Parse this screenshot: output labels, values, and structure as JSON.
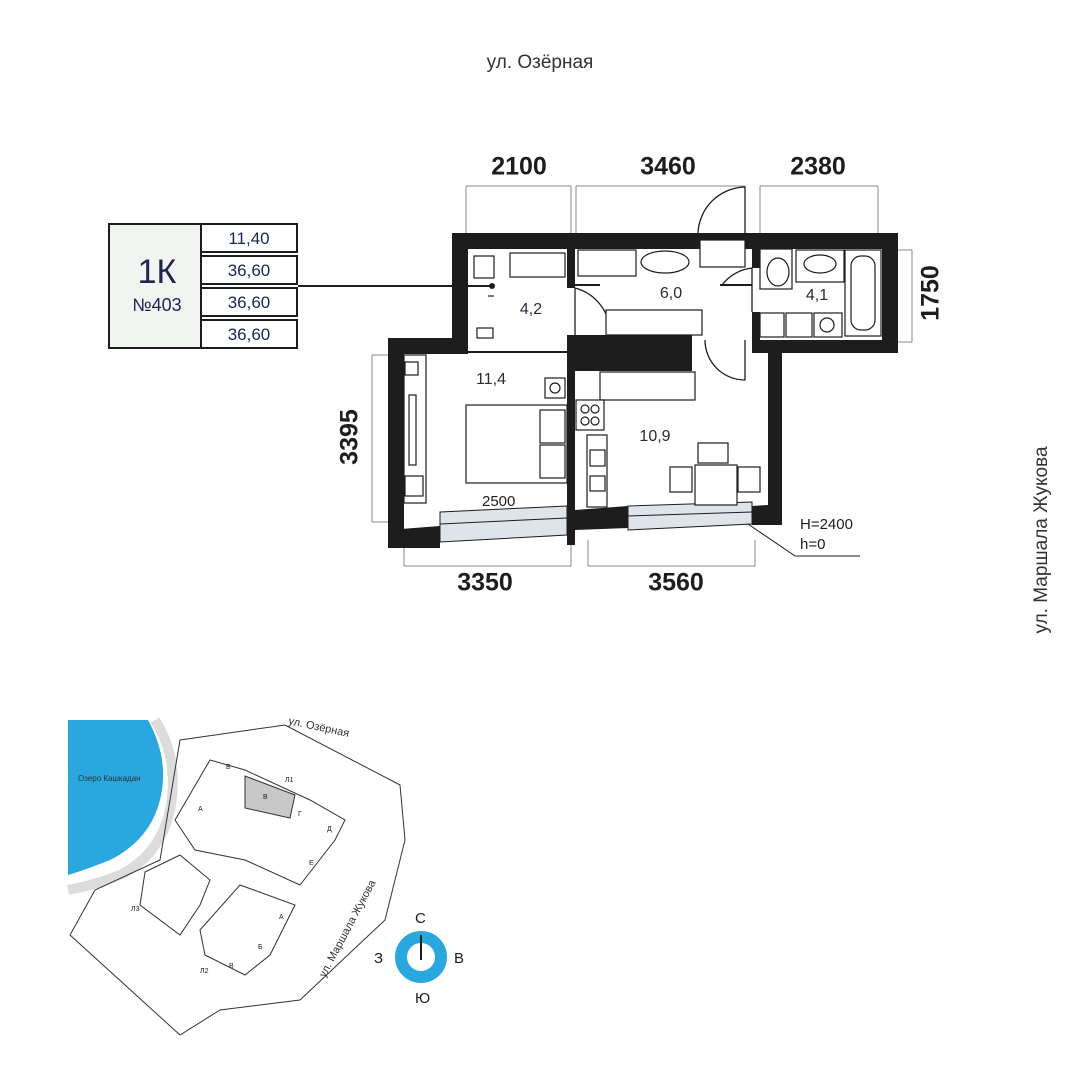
{
  "streets": {
    "top": "ул. Озёрная",
    "right": "ул. Маршала Жукова"
  },
  "apartment": {
    "type": "1К",
    "number": "№403",
    "areas": [
      "11,40",
      "36,60",
      "36,60",
      "36,60"
    ]
  },
  "dimensions": {
    "top": [
      "2100",
      "3460",
      "2380"
    ],
    "right": "1750",
    "left": "3395",
    "bottom": [
      "3350",
      "3560"
    ],
    "inner": "2500"
  },
  "rooms": {
    "hall": "4,2",
    "corridor": "6,0",
    "bath": "4,1",
    "bedroom": "11,4",
    "kitchen": "10,9"
  },
  "heights": {
    "ceiling": "H=2400",
    "floor": "h=0"
  },
  "site_plan": {
    "lake": "Озеро Кашкадан",
    "street_top": "ул. Озёрная",
    "street_side": "ул. Маршала Жукова",
    "building_labels": [
      "Б",
      "Л1",
      "В",
      "А",
      "Г",
      "Д",
      "Е",
      "Л3",
      "А",
      "Б",
      "В",
      "Л2"
    ]
  },
  "compass": {
    "north": "С",
    "south": "Ю",
    "west": "З",
    "east": "В",
    "color": "#29a8e0"
  },
  "colors": {
    "walls": "#1d1d1d",
    "accent_navy": "#1d2550",
    "lake": "#29a8e0",
    "highlight": "#c8c8c8"
  }
}
